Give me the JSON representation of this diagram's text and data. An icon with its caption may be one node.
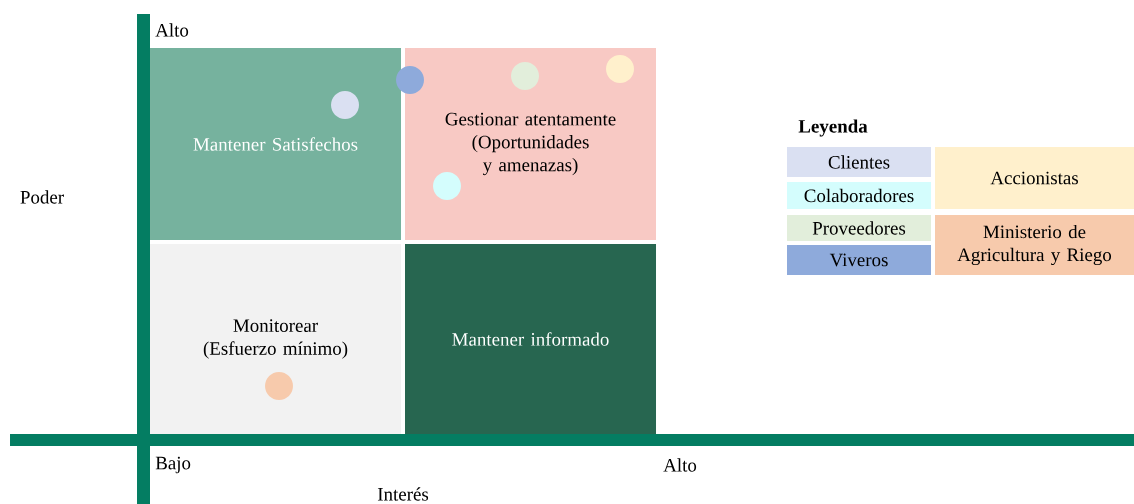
{
  "diagram": {
    "nodes": [
      {
        "text": [
          "Mantener Satisfechos"
        ]
      },
      {
        "text": [
          "Gestionar atentamente (Oportunidades y amenazas)"
        ]
      },
      {
        "text": [
          "Monitorear (Esfuerzo mínimo)"
        ]
      },
      {
        "text": [
          "Mantener informado"
        ]
      }
    ],
    "labels": [
      "Alto",
      "Poder",
      "Leyenda",
      "Bajo",
      "Alto",
      "Interés"
    ],
    "legend": [
      {
        "text": "Clientes",
        "color": "#dae0f2"
      },
      {
        "text": "Colaboradores",
        "color": "#d4fdfd"
      },
      {
        "text": "Proveedores",
        "color": "#e2eedb"
      },
      {
        "text": "Viveros",
        "color": "#8eaadb"
      },
      {
        "text": "Accionistas",
        "color": "#fff0cc"
      },
      {
        "text": "Ministerio de Agricultura y Riego",
        "color": "#f7caac"
      }
    ]
  }
}
